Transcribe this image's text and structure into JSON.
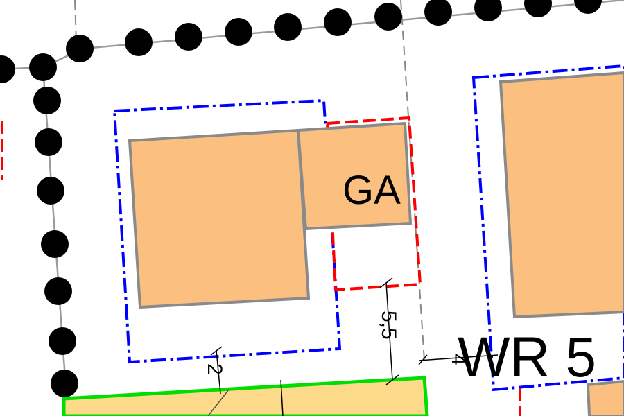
{
  "labels": {
    "garage": "GA",
    "zone": "WR 5",
    "dim_vertical": "5,5",
    "dim_bottom": "2",
    "dim_right": "4"
  },
  "colors": {
    "building_fill": "#fbbf80",
    "building_stroke": "#8a8a8a",
    "baufenster": "#0000ff",
    "garage_zone": "#ff0000",
    "green_boundary": "#00dd00",
    "green_fill": "#fdd98a",
    "dots": "#000000",
    "lot_line": "#9a9a9a"
  }
}
